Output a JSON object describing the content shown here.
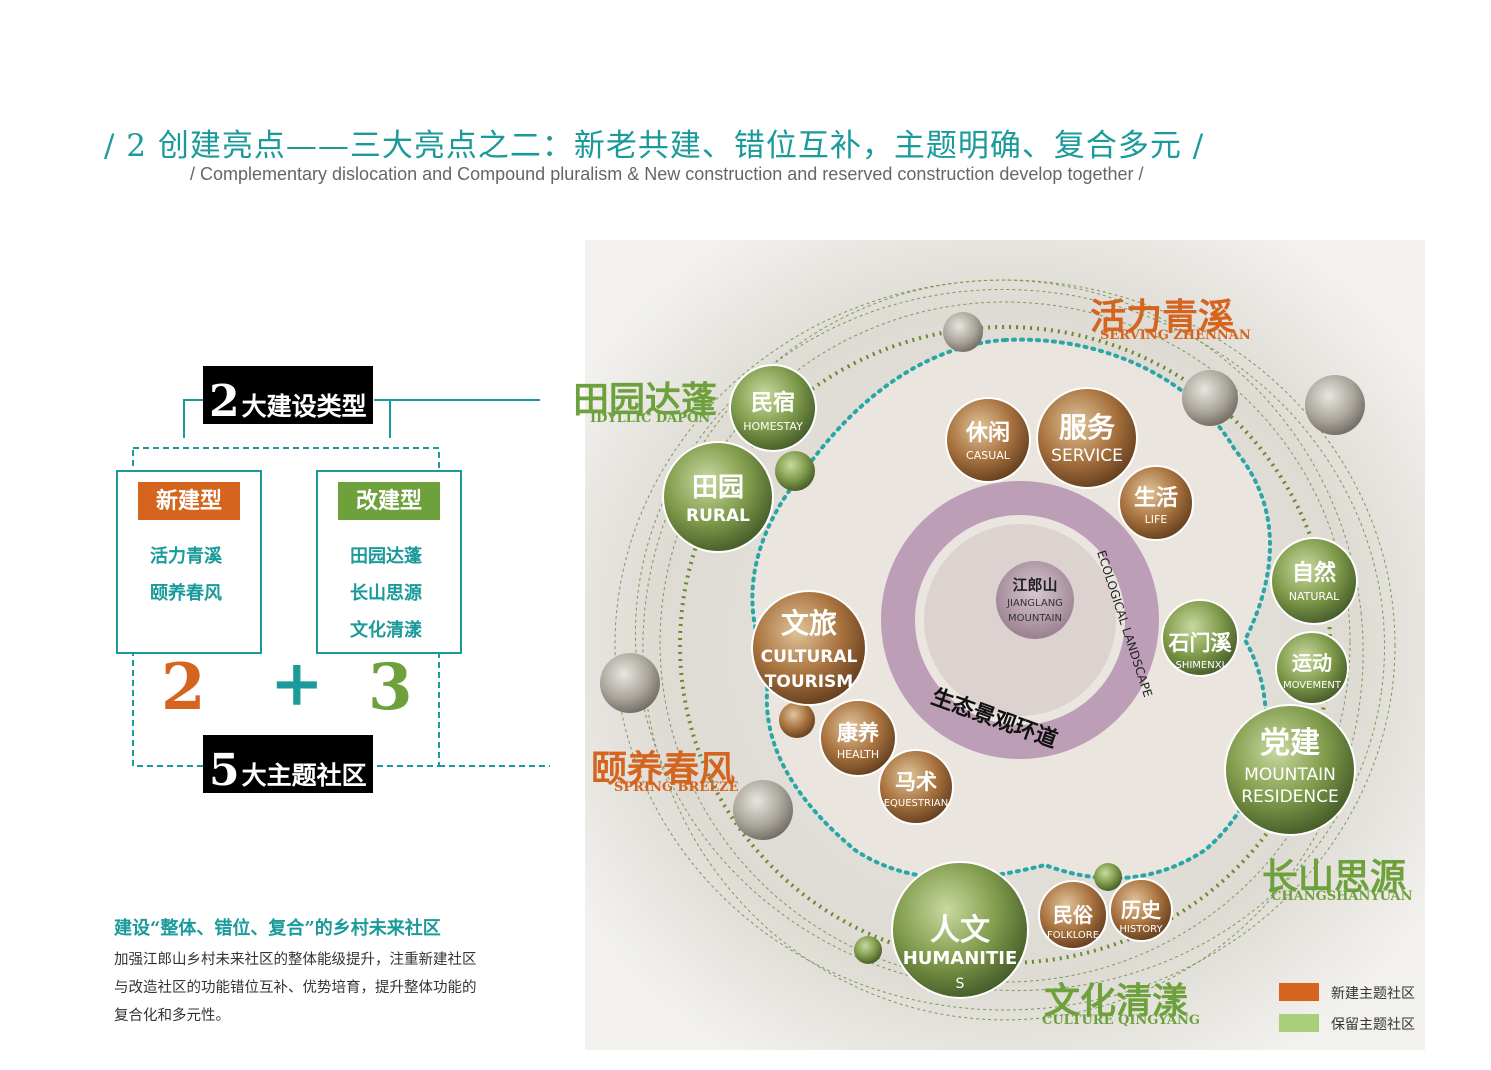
{
  "header": {
    "title_cn": "/ 2  创建亮点——三大亮点之二：新老共建、错位互补，主题明确、复合多元  /",
    "title_en": "/ Complementary dislocation and Compound pluralism &  New construction and reserved construction develop together  /"
  },
  "left_diagram": {
    "top_label_num": "2",
    "top_label_text": "大建设类型",
    "bottom_label_num": "5",
    "bottom_label_text": "大主题社区",
    "new_type": {
      "label": "新建型",
      "items": [
        "活力青溪",
        "颐养春风"
      ],
      "count": "2",
      "color": "#d4641e"
    },
    "rebuild_type": {
      "label": "改建型",
      "items": [
        "田园达蓬",
        "长山思源",
        "文化清漾"
      ],
      "count": "3",
      "color": "#6ea03c"
    },
    "plus": "+"
  },
  "description": {
    "title": "建设“整体、错位、复合”的乡村未来社区",
    "body": "加强江郎山乡村未来社区的整体能级提升，注重新建社区与改造社区的功能错位互补、优势培育，提升整体功能的复合化和多元性。"
  },
  "legend": [
    {
      "label": "新建主题社区",
      "color": "#d4641e"
    },
    {
      "label": "保留主题社区",
      "color": "#a8d07a"
    }
  ],
  "diagram": {
    "center": {
      "cn": "江郎山",
      "en1": "JIANGLANG",
      "en2": "MOUNTAIN"
    },
    "ring_cn": "生态景观环道",
    "ring_en": "ECOLOGICAL LANDSCAPE",
    "communities": [
      {
        "cn": "活力青溪",
        "en": "SERVING ZHENNAN",
        "color": "#d4641e"
      },
      {
        "cn": "田园达蓬",
        "en": "IDYLLIC DAPON",
        "color": "#6ea03c"
      },
      {
        "cn": "颐养春风",
        "en": "SPRING BREEZE",
        "color": "#d4641e"
      },
      {
        "cn": "长山思源",
        "en": "CHANGSHANYUAN",
        "color": "#6ea03c"
      },
      {
        "cn": "文化清漾",
        "en": "CULTURE QINGYANG",
        "color": "#6ea03c"
      }
    ],
    "bubbles": {
      "homestay": {
        "cn": "民宿",
        "en": "HOMESTAY"
      },
      "rural": {
        "cn": "田园",
        "en": "RURAL"
      },
      "casual": {
        "cn": "休闲",
        "en": "CASUAL"
      },
      "service": {
        "cn": "服务",
        "en": "SERVICE"
      },
      "life": {
        "cn": "生活",
        "en": "LIFE"
      },
      "tourism": {
        "cn": "文旅",
        "en1": "CULTURAL",
        "en2": "TOURISM"
      },
      "health": {
        "cn": "康养",
        "en": "HEALTH"
      },
      "equestrian": {
        "cn": "马术",
        "en": "EQUESTRIAN"
      },
      "natural": {
        "cn": "自然",
        "en": "NATURAL"
      },
      "shimenxi": {
        "cn": "石门溪",
        "en": "SHIMENXI"
      },
      "movement": {
        "cn": "运动",
        "en": "MOVEMENT"
      },
      "party": {
        "cn": "党建",
        "en1": "MOUNTAIN",
        "en2": "RESIDENCE"
      },
      "humanities": {
        "cn": "人文",
        "en1": "HUMANITIE",
        "en2": "S"
      },
      "folklore": {
        "cn": "民俗",
        "en": "FOLKLORE"
      },
      "history": {
        "cn": "历史",
        "en": "HISTORY"
      }
    }
  }
}
